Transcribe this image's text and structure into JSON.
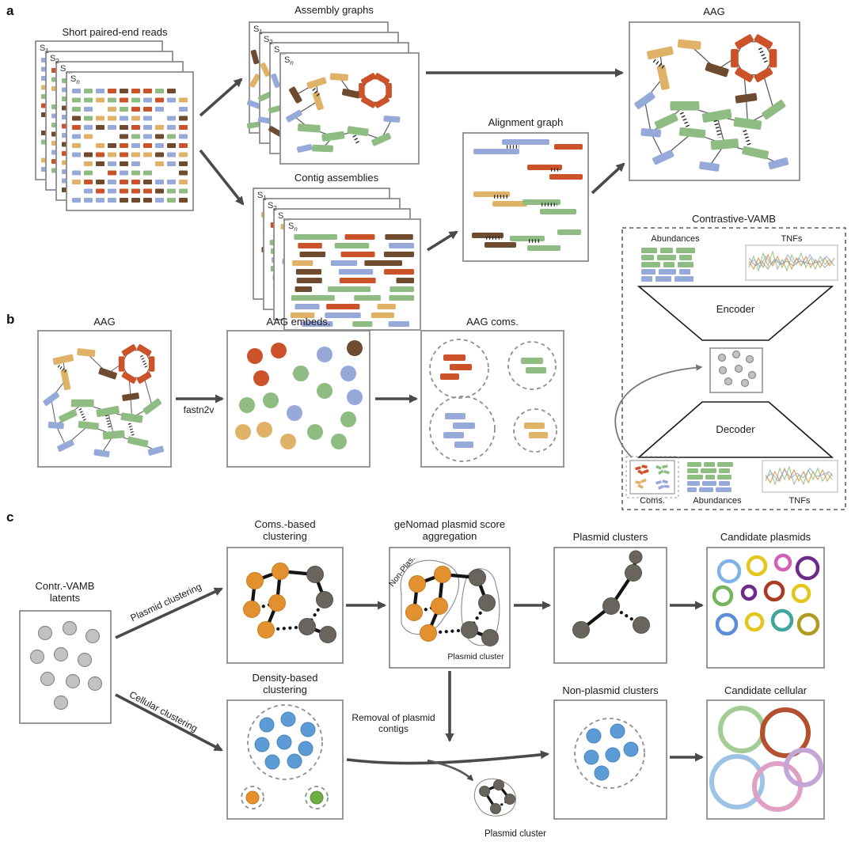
{
  "figure": {
    "panel_a_label": "a",
    "panel_b_label": "b",
    "panel_c_label": "c"
  },
  "colors": {
    "red": "#CB5229",
    "green": "#8FBC83",
    "blue": "#96A9D9",
    "tan": "#E0B268",
    "brown": "#6E4A2F",
    "orange_node": "#E2912E",
    "dark_node": "#6A645E",
    "blue_dot": "#5C9BD5",
    "green_dot": "#6FAD47",
    "gray_dot": "#C2C2C2",
    "arrow": "#4A4A4A",
    "panel_border": "#8C8C8C"
  },
  "panel_a": {
    "reads_title": "Short paired-end reads",
    "assembly_graphs_title": "Assembly graphs",
    "contig_assemblies_title": "Contig assemblies",
    "alignment_graph_title": "Alignment graph",
    "aag_title": "AAG",
    "samples": {
      "s1": {
        "base": "S",
        "sub": "1"
      },
      "s2": {
        "base": "S",
        "sub": "2"
      },
      "s3": {
        "base": "S",
        "sub": "…"
      },
      "s4": {
        "base": "S",
        "sub": "n"
      }
    }
  },
  "vamb": {
    "title": "Contrastive-VAMB",
    "abundances_top": "Abundances",
    "tnfs_top": "TNFs",
    "encoder": "Encoder",
    "decoder": "Decoder",
    "coms_bottom": "Coms.",
    "abundances_bottom": "Abundances",
    "tnfs_bottom": "TNFs"
  },
  "panel_b": {
    "aag_title": "AAG",
    "arrow_label": "fastn2v",
    "embeds_title": "AAG embeds.",
    "coms_title": "AAG coms."
  },
  "panel_c": {
    "latents_title": "Contr.-VAMB latents",
    "plasmid_clustering": "Plasmid clustering",
    "cellular_clustering": "Cellular clustering",
    "coms_clustering_title": "Coms.-based clustering",
    "genomad_title": "geNomad plasmid score aggregation",
    "non_plas_label": "Non-Plas.",
    "plasmid_cluster_label": "Plasmid cluster",
    "plasmid_clusters_title": "Plasmid clusters",
    "candidate_plasmids_title": "Candidate plasmids",
    "density_title": "Density-based clustering",
    "removal_label": "Removal of plasmid contigs",
    "non_plasmid_title": "Non-plasmid clusters",
    "candidate_cellular_title": "Candidate cellular",
    "plasmid_cluster_small_label": "Plasmid cluster"
  }
}
